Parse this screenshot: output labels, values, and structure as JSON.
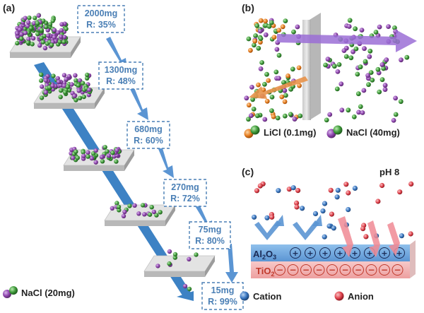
{
  "panel_a": {
    "label": "(a)",
    "stages": [
      {
        "mass": "2000mg",
        "rejection": "R: 35%",
        "particles": 150
      },
      {
        "mass": "1300mg",
        "rejection": "R: 48%",
        "particles": 95
      },
      {
        "mass": "680mg",
        "rejection": "R: 60%",
        "particles": 50
      },
      {
        "mass": "270mg",
        "rejection": "R: 72%",
        "particles": 20
      },
      {
        "mass": "75mg",
        "rejection": "R: 80%",
        "particles": 6
      },
      {
        "mass": "15mg",
        "rejection": "R: 99%",
        "particles": 0
      }
    ],
    "legend": "NaCl (20mg)"
  },
  "panel_b": {
    "label": "(b)",
    "legend_licl": "LiCl (0.1mg)",
    "legend_nacl": "NaCl (40mg)"
  },
  "panel_c": {
    "label": "(c)",
    "ph": "pH 8",
    "layer_top": "Al",
    "layer_top_sub1": "2",
    "layer_top_o": "O",
    "layer_top_sub2": "3",
    "layer_bottom": "TiO",
    "layer_bottom_sub": "2",
    "legend_cation": "Cation",
    "legend_anion": "Anion"
  },
  "colors": {
    "box_text": "#4a7fb5",
    "arrow_blue": "#3d82c4",
    "purple": "#9b59b6",
    "green": "#3f9a3a",
    "orange": "#e67e22",
    "cation": "#3b78c2",
    "anion": "#e2454f"
  }
}
